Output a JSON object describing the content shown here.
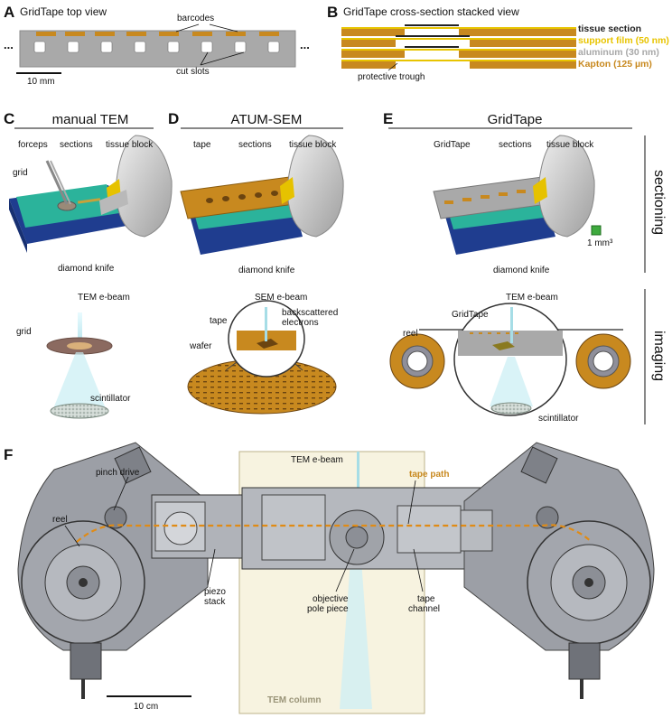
{
  "panelA": {
    "letter": "A",
    "title": "GridTape top view",
    "barcodes": "barcodes",
    "cut_slots": "cut slots",
    "scale": "10 mm",
    "dots": "..."
  },
  "panelB": {
    "letter": "B",
    "title": "GridTape cross-section stacked view",
    "legend": [
      {
        "text": "tissue section",
        "color": "#222222"
      },
      {
        "text": "support film (50 nm)",
        "color": "#e8c400"
      },
      {
        "text": "aluminum (30 nm)",
        "color": "#a8a8a8"
      },
      {
        "text": "Kapton (125 µm)",
        "color": "#c8891f"
      }
    ],
    "trough": "protective trough"
  },
  "panelC": {
    "letter": "C",
    "title": "manual TEM",
    "forceps": "forceps",
    "sections": "sections",
    "tissue_block": "tissue block",
    "grid": "grid",
    "diamond_knife": "diamond knife",
    "beam": "TEM e-beam",
    "grid2": "grid",
    "scintillator": "scintillator"
  },
  "panelD": {
    "letter": "D",
    "title": "ATUM-SEM",
    "tape": "tape",
    "sections": "sections",
    "tissue_block": "tissue block",
    "diamond_knife": "diamond knife",
    "beam": "SEM e-beam",
    "backscattered": "backscattered",
    "electrons": "electrons",
    "tape2": "tape",
    "wafer": "wafer"
  },
  "panelE": {
    "letter": "E",
    "title": "GridTape",
    "gridtape": "GridTape",
    "sections": "sections",
    "tissue_block": "tissue block",
    "diamond_knife": "diamond knife",
    "volume": "1 mm³",
    "beam": "TEM e-beam",
    "gridtape2": "GridTape",
    "reel": "reel",
    "scintillator": "scintillator",
    "side_sectioning": "sectioning",
    "side_imaging": "imaging"
  },
  "panelF": {
    "letter": "F",
    "beam": "TEM e-beam",
    "tape_path": "tape path",
    "pinch_drive": "pinch drive",
    "reel": "reel",
    "piezo1": "piezo",
    "piezo2": "stack",
    "objective1": "objective",
    "objective2": "pole piece",
    "channel1": "tape",
    "channel2": "channel",
    "column": "TEM column",
    "scale": "10 cm"
  },
  "colors": {
    "kapton": "#c8891f",
    "film": "#e8c400",
    "aluminum": "#a8a8a8",
    "tape_path": "#c8891f",
    "column_bg": "#f7f3e0",
    "knife_blue": "#1f3d8f",
    "knife_green": "#2bb39b"
  }
}
